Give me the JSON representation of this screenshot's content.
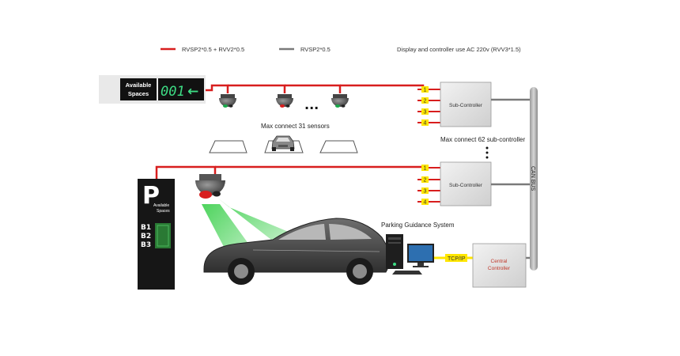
{
  "legend": {
    "red_line": "RVSP2*0.5 + RVV2*0.5",
    "gray_line": "RVSP2*0.5",
    "power_note": "Display and controller use AC 220v (RVV3*1.5)"
  },
  "top_display": {
    "label_line1": "Available",
    "label_line2": "Spaces",
    "count": "001",
    "arrow": "←"
  },
  "sensors_note": "Max connect 31 sensors",
  "ellipsis": "...",
  "sub_controller_note": "Max connect 62 sub-controller",
  "sub_controller_1": {
    "label": "Sub-Controller",
    "ports": [
      "1",
      "2",
      "3",
      "4"
    ]
  },
  "sub_controller_2": {
    "label": "Sub-Controller",
    "ports": [
      "1",
      "2",
      "3",
      "4"
    ]
  },
  "bus_label": "CAN BUS",
  "pgs_label": "Parking Guidance System",
  "tcpip_label": "TCP/IP",
  "central_controller": {
    "line1": "Central",
    "line2": "Controller"
  },
  "floor_sign": {
    "letter": "P",
    "line1": "Available",
    "line2": "Spaces",
    "floors": [
      "B1",
      "B2",
      "B3"
    ]
  },
  "colors": {
    "red_cable": "#d81e1e",
    "gray_cable": "#7a7a7a",
    "led_green": "#3ddc84",
    "port_yellow": "#ffe600"
  }
}
